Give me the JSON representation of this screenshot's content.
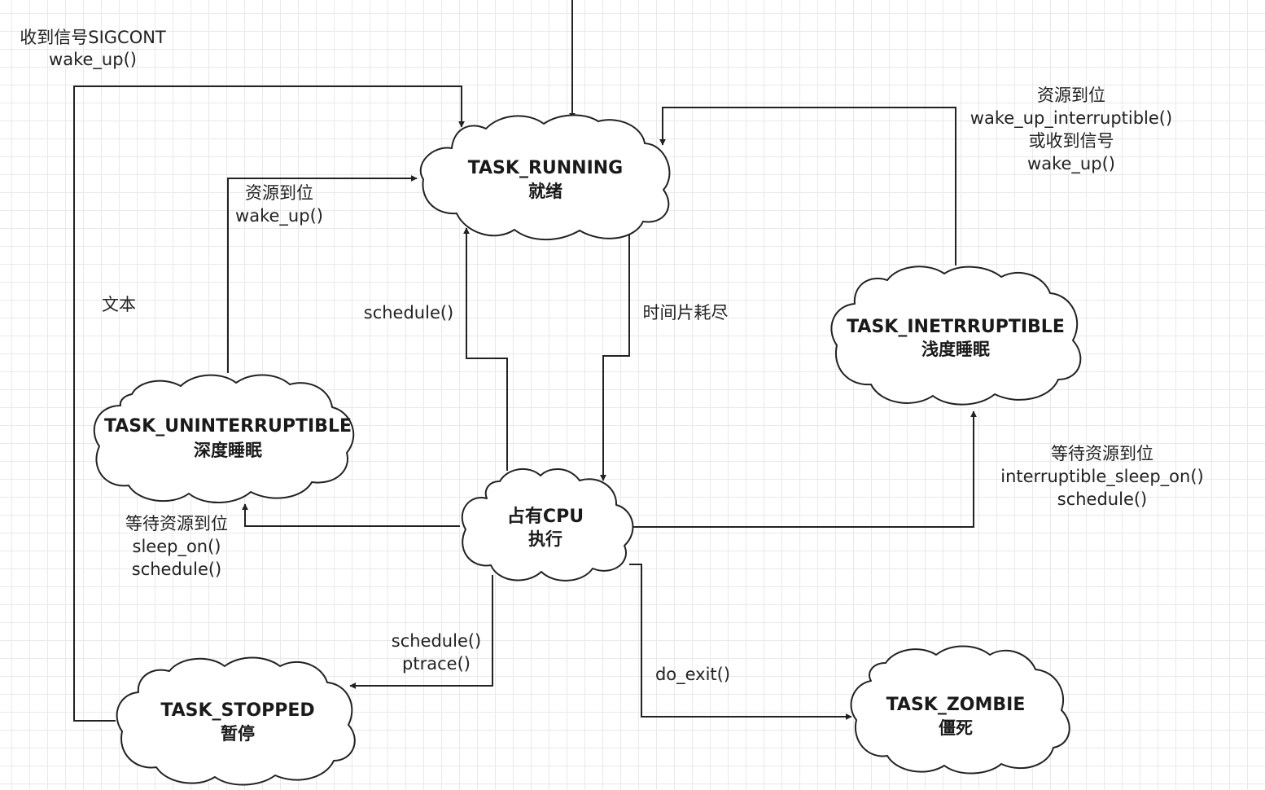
{
  "nodes": {
    "running": {
      "title": "TASK_RUNNING",
      "subtitle": "就绪"
    },
    "cpu": {
      "title": "占有CPU",
      "subtitle": "执行"
    },
    "uninterruptible": {
      "title": "TASK_UNINTERRUPTIBLE",
      "subtitle": "深度睡眠"
    },
    "interruptible": {
      "title": "TASK_INETRRUPTIBLE",
      "subtitle": "浅度睡眠"
    },
    "stopped": {
      "title": "TASK_STOPPED",
      "subtitle": "暂停"
    },
    "zombie": {
      "title": "TASK_ZOMBIE",
      "subtitle": "僵死"
    }
  },
  "edges": {
    "stopped_to_running": [
      "收到信号SIGCONT",
      "wake_up()"
    ],
    "interruptible_to_running": [
      "资源到位",
      "wake_up_interruptible()",
      "或收到信号",
      "wake_up()"
    ],
    "uninterruptible_to_running": [
      "资源到位",
      "wake_up()"
    ],
    "cpu_to_running": [
      "schedule()"
    ],
    "running_to_cpu": [
      "时间片耗尽"
    ],
    "cpu_to_interruptible": [
      "等待资源到位",
      "interruptible_sleep_on()",
      "schedule()"
    ],
    "cpu_to_uninterruptible": [
      "等待资源到位",
      "sleep_on()",
      "schedule()"
    ],
    "cpu_to_stopped": [
      "schedule()",
      "ptrace()"
    ],
    "cpu_to_zombie": [
      "do_exit()"
    ]
  },
  "free_text": "文本"
}
